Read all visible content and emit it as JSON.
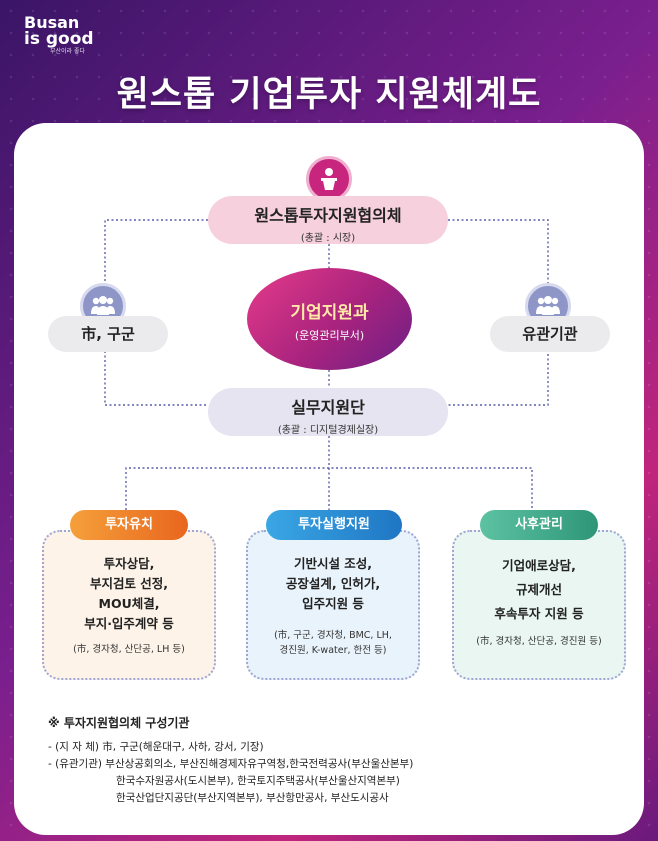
{
  "logo": {
    "line1": "Busan",
    "line2": "is good",
    "tagline": "부산이라 좋다"
  },
  "title": "원스톱 기업투자 지원체계도",
  "council": {
    "title": "원스톱투자지원협의체",
    "sub": "(총괄 : 시장)"
  },
  "left_node": {
    "label": "市, 구군",
    "icon": "people-group-icon"
  },
  "right_node": {
    "label": "유관기관",
    "icon": "people-group-icon"
  },
  "center": {
    "title": "기업지원과",
    "sub": "(운영관리부서)"
  },
  "working": {
    "title": "실무지원단",
    "sub": "(총괄 : 디지털경제실장)"
  },
  "boxes": [
    {
      "head": "투자유치",
      "color": "#f0832a",
      "lines": [
        "투자상담,",
        "부지검토 선정,",
        "MOU체결,",
        "부지·입주계약 등"
      ],
      "note": [
        "(市, 경자청, 산단공, LH 등)"
      ]
    },
    {
      "head": "투자실행지원",
      "color": "#2a93d6",
      "lines": [
        "기반시설 조성,",
        "공장설계, 인허가,",
        "입주지원 등"
      ],
      "note": [
        "(市, 구군, 경자청, BMC, LH,",
        "경진원, K-water, 한전 등)"
      ]
    },
    {
      "head": "사후관리",
      "color": "#39a98a",
      "lines": [
        "기업애로상담,",
        "규제개선",
        "후속투자 지원 등"
      ],
      "note": [
        "(市, 경자청, 산단공, 경진원 등)"
      ]
    }
  ],
  "footer": {
    "heading": "※ 투자지원협의체 구성기관",
    "lines": [
      "- (지 자 체) 市, 구군(해운대구, 사하, 강서, 기장)",
      "- (유관기관) 부산상공회의소, 부산진해경제자유구역청,한국전력공사(부산울산본부)",
      "한국수자원공사(도시본부), 한국토지주택공사(부산울산지역본부)",
      "한국산업단지공단(부산지역본부), 부산항만공사, 부산도시공사"
    ]
  },
  "colors": {
    "accent_pink": "#c8257e",
    "dotted_line": "#5a5fa8"
  }
}
